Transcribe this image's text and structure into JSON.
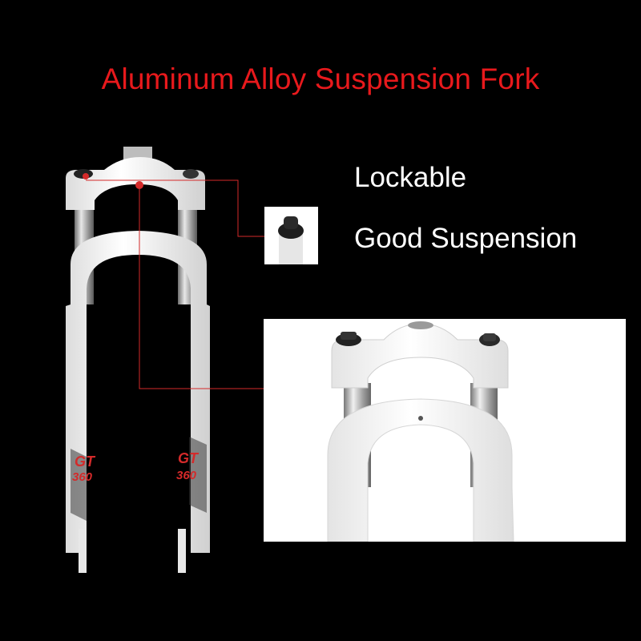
{
  "title": "Aluminum Alloy Suspension Fork",
  "features": [
    "Lockable",
    "Good Suspension"
  ],
  "fork_logo": {
    "brand": "GT",
    "model": "360"
  },
  "colors": {
    "background": "#000000",
    "title": "#e8191c",
    "feature_text": "#ffffff",
    "fork_body": "#ffffff",
    "stanchion": "#b8b8b8",
    "callout_line": "#d42a2a"
  }
}
